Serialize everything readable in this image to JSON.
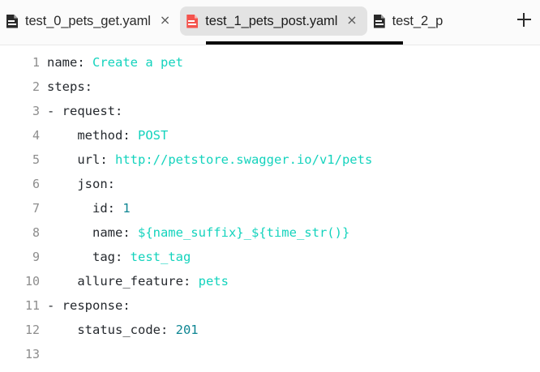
{
  "tabbar": {
    "tabs": [
      {
        "label": "test_0_pets_get.yaml",
        "icon": "file-icon",
        "active": false,
        "close_label": "×"
      },
      {
        "label": "test_1_pets_post.yaml",
        "icon": "file-icon-red",
        "active": true,
        "close_label": "×"
      },
      {
        "label": "test_2_p",
        "icon": "file-icon",
        "active": false,
        "close_label": ""
      }
    ],
    "new_tab_icon": "plus-icon",
    "accent_active_underline": "#0b0b0b",
    "active_tab_background": "#e3e3e3",
    "active_icon_color": "#f4534d"
  },
  "editor": {
    "language": "yaml",
    "colors": {
      "string": "#14d3bd",
      "number": "#0f8693",
      "text": "#25292e",
      "gutter": "#8d8d8d"
    },
    "lines": [
      {
        "num": "1",
        "segments": [
          {
            "t": "name: ",
            "c": "plain"
          },
          {
            "t": "Create a pet",
            "c": "str"
          }
        ]
      },
      {
        "num": "2",
        "segments": [
          {
            "t": "steps:",
            "c": "plain"
          }
        ]
      },
      {
        "num": "3",
        "segments": [
          {
            "t": "- request:",
            "c": "plain"
          }
        ]
      },
      {
        "num": "4",
        "segments": [
          {
            "t": "    method: ",
            "c": "plain"
          },
          {
            "t": "POST",
            "c": "str"
          }
        ]
      },
      {
        "num": "5",
        "segments": [
          {
            "t": "    url: ",
            "c": "plain"
          },
          {
            "t": "http://petstore.swagger.io/v1/pets",
            "c": "str"
          }
        ]
      },
      {
        "num": "6",
        "segments": [
          {
            "t": "    json:",
            "c": "plain"
          }
        ]
      },
      {
        "num": "7",
        "segments": [
          {
            "t": "      id: ",
            "c": "plain"
          },
          {
            "t": "1",
            "c": "num"
          }
        ]
      },
      {
        "num": "8",
        "segments": [
          {
            "t": "      name: ",
            "c": "plain"
          },
          {
            "t": "${name_suffix}_${time_str()}",
            "c": "str"
          }
        ]
      },
      {
        "num": "9",
        "segments": [
          {
            "t": "      tag: ",
            "c": "plain"
          },
          {
            "t": "test_tag",
            "c": "str"
          }
        ]
      },
      {
        "num": "10",
        "segments": [
          {
            "t": "    allure_feature: ",
            "c": "plain"
          },
          {
            "t": "pets",
            "c": "str"
          }
        ]
      },
      {
        "num": "11",
        "segments": [
          {
            "t": "- response:",
            "c": "plain"
          }
        ]
      },
      {
        "num": "12",
        "segments": [
          {
            "t": "    status_code: ",
            "c": "plain"
          },
          {
            "t": "201",
            "c": "num"
          }
        ]
      },
      {
        "num": "13",
        "segments": []
      }
    ]
  }
}
